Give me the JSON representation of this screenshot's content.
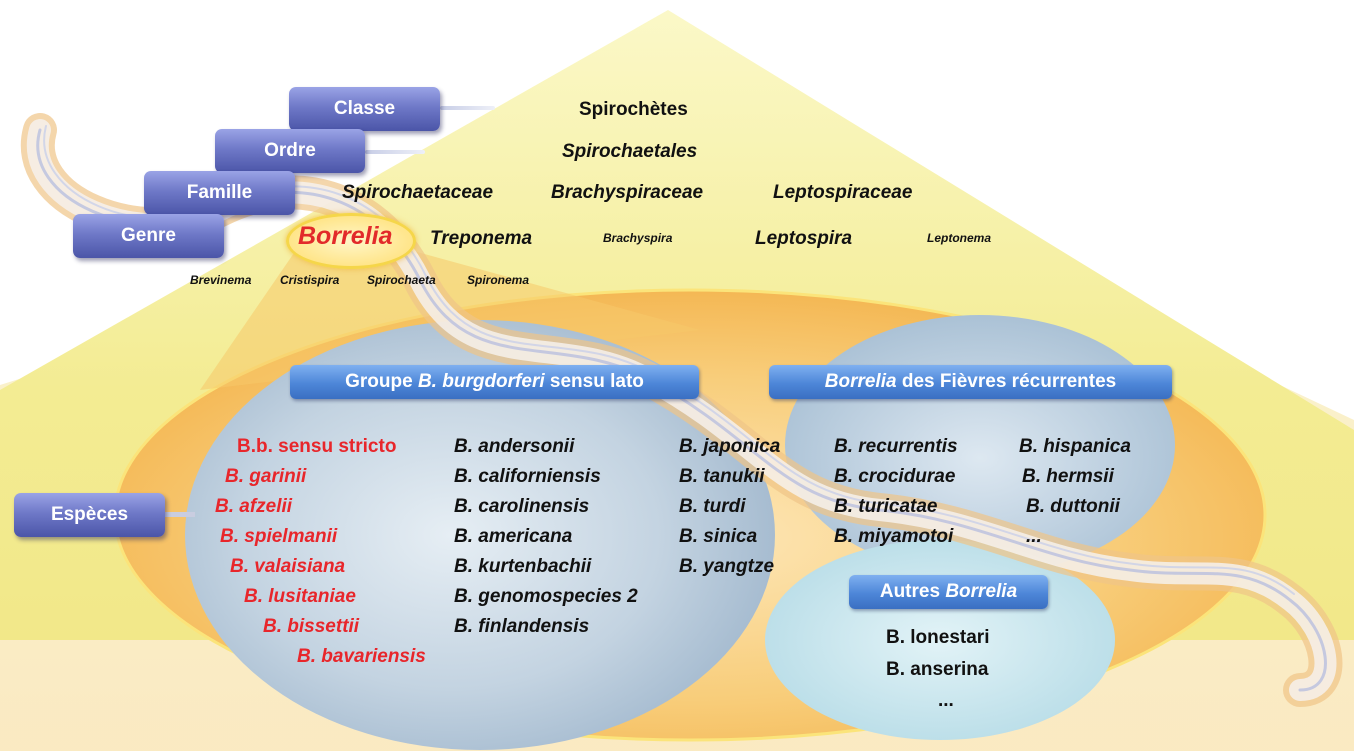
{
  "ranks": {
    "classe": "Classe",
    "ordre": "Ordre",
    "famille": "Famille",
    "genre": "Genre",
    "especes": "Espèces"
  },
  "taxa": {
    "class": "Spirochètes",
    "order": "Spirochaetales",
    "families": [
      "Spirochaetaceae",
      "Brachyspiraceae",
      "Leptospiraceae"
    ],
    "genera": [
      "Borrelia",
      "Treponema",
      "Brachyspira",
      "Leptospira",
      "Leptonema"
    ],
    "minor_genera": [
      "Brevinema",
      "Cristispira",
      "Spirochaeta",
      "Spironema"
    ]
  },
  "groups": {
    "burgdorferi": {
      "prefix": "Groupe ",
      "italic": "B. burgdorferi",
      "suffix": " sensu lato"
    },
    "fievres": {
      "italic": "Borrelia",
      "suffix": " des Fièvres récurrentes"
    },
    "autres": {
      "prefix": "Autres ",
      "italic": "Borrelia"
    }
  },
  "species": {
    "burgdorferi_red": [
      "B.b. sensu stricto",
      "B. garinii",
      "B. afzelii",
      "B. spielmanii",
      "B. valaisiana",
      "B. lusitaniae",
      "B. bissettii",
      "B. bavariensis"
    ],
    "burgdorferi_col2": [
      "B. andersonii",
      "B. californiensis",
      "B. carolinensis",
      "B. americana",
      "B. kurtenbachii",
      "B. genomospecies 2",
      "B. finlandensis"
    ],
    "burgdorferi_col3": [
      "B. japonica",
      "B. tanukii",
      "B. turdi",
      "B. sinica",
      "B. yangtze"
    ],
    "fievres_col1": [
      "B. recurrentis",
      "B. crocidurae",
      "B. turicatae",
      "B. miyamotoi"
    ],
    "fievres_col2": [
      "B. hispanica",
      "B. hermsii",
      "B. duttonii",
      "..."
    ],
    "autres": [
      "B. lonestari",
      "B. anserina",
      "..."
    ]
  },
  "colors": {
    "rank_box": "#5f69bf",
    "group_label": "#4d86d8",
    "highlight_red": "#e8262b",
    "pyramid_yellow": "#f4ee9a",
    "ellipse_orange": "#f6b74e",
    "cluster_blue": "#a9c1d8"
  }
}
